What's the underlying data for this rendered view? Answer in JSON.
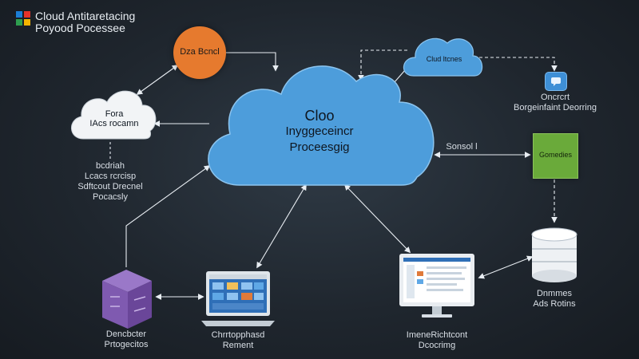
{
  "brand": {
    "title": "Cloud Antitaretacing",
    "subtitle": "Poyood Pocessee",
    "logo_colors": [
      "#1c7ed6",
      "#e6332a",
      "#2e9e4f",
      "#f4b400"
    ]
  },
  "center_cloud": {
    "line1": "Cloo",
    "line2": "Inyggeceincr",
    "line3": "Proceesgig",
    "color": "#4d9ddb"
  },
  "small_cloud": {
    "label": "Clud ltcnes",
    "color": "#4d9ddb"
  },
  "left_cloud": {
    "line1": "Fora",
    "line2": "IAcs rocamn"
  },
  "orange_node": {
    "label": "Dza Bcncl",
    "color": "#e67a2e"
  },
  "left_text": {
    "lines": [
      "bcdriah",
      "Lcacs rcrcisp",
      "Sdftcout Drecnel",
      "Pocacsly"
    ]
  },
  "top_right": {
    "line1": "Oncrcrt",
    "line2": "Borgeinfaint Deorring",
    "icon": "chat-icon"
  },
  "link_label": "Sonsol l",
  "green_box": {
    "label": "Gomedies",
    "color": "#6aaa3a"
  },
  "database": {
    "line1": "Dnmmes",
    "line2": "Ads Rotins",
    "icon": "database-icon"
  },
  "cube": {
    "line1": "Dencbcter",
    "line2": "Prtogecitos",
    "icon": "cube-icon"
  },
  "laptop": {
    "line1": "Chrrtopphasd",
    "line2": "Rement",
    "icon": "laptop-icon"
  },
  "monitor": {
    "line1": "ImeneRichtcont",
    "line2": "Dcocrimg",
    "icon": "monitor-icon"
  },
  "colors": {
    "arrow": "#e8edf2",
    "cube": "#7f5ab0",
    "screen": "#2f6fb7"
  }
}
